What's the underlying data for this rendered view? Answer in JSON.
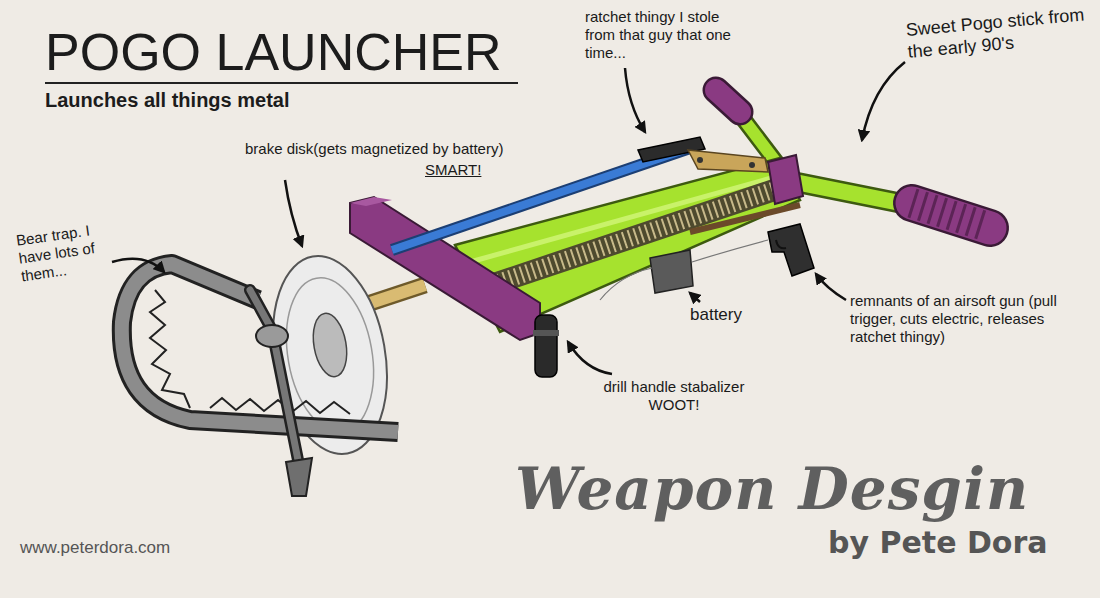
{
  "diagram": {
    "title": "POGO LAUNCHER",
    "labels": [
      "Launches all things metal",
      "ratchet thingy I stole from that guy that one time...",
      "Sweet Pogo stick from the early 90's",
      "brake disk(gets magnetized by battery)",
      "SMART!",
      "Bear trap. I have lots of them...",
      "battery",
      "remnants of an airsoft gun (pull trigger, cuts electric, releases ratchet thingy)",
      "drill handle stabalizer WOOT!",
      "Weapon Desgin",
      "by Pete Dora",
      "www.peterdora.com"
    ]
  }
}
